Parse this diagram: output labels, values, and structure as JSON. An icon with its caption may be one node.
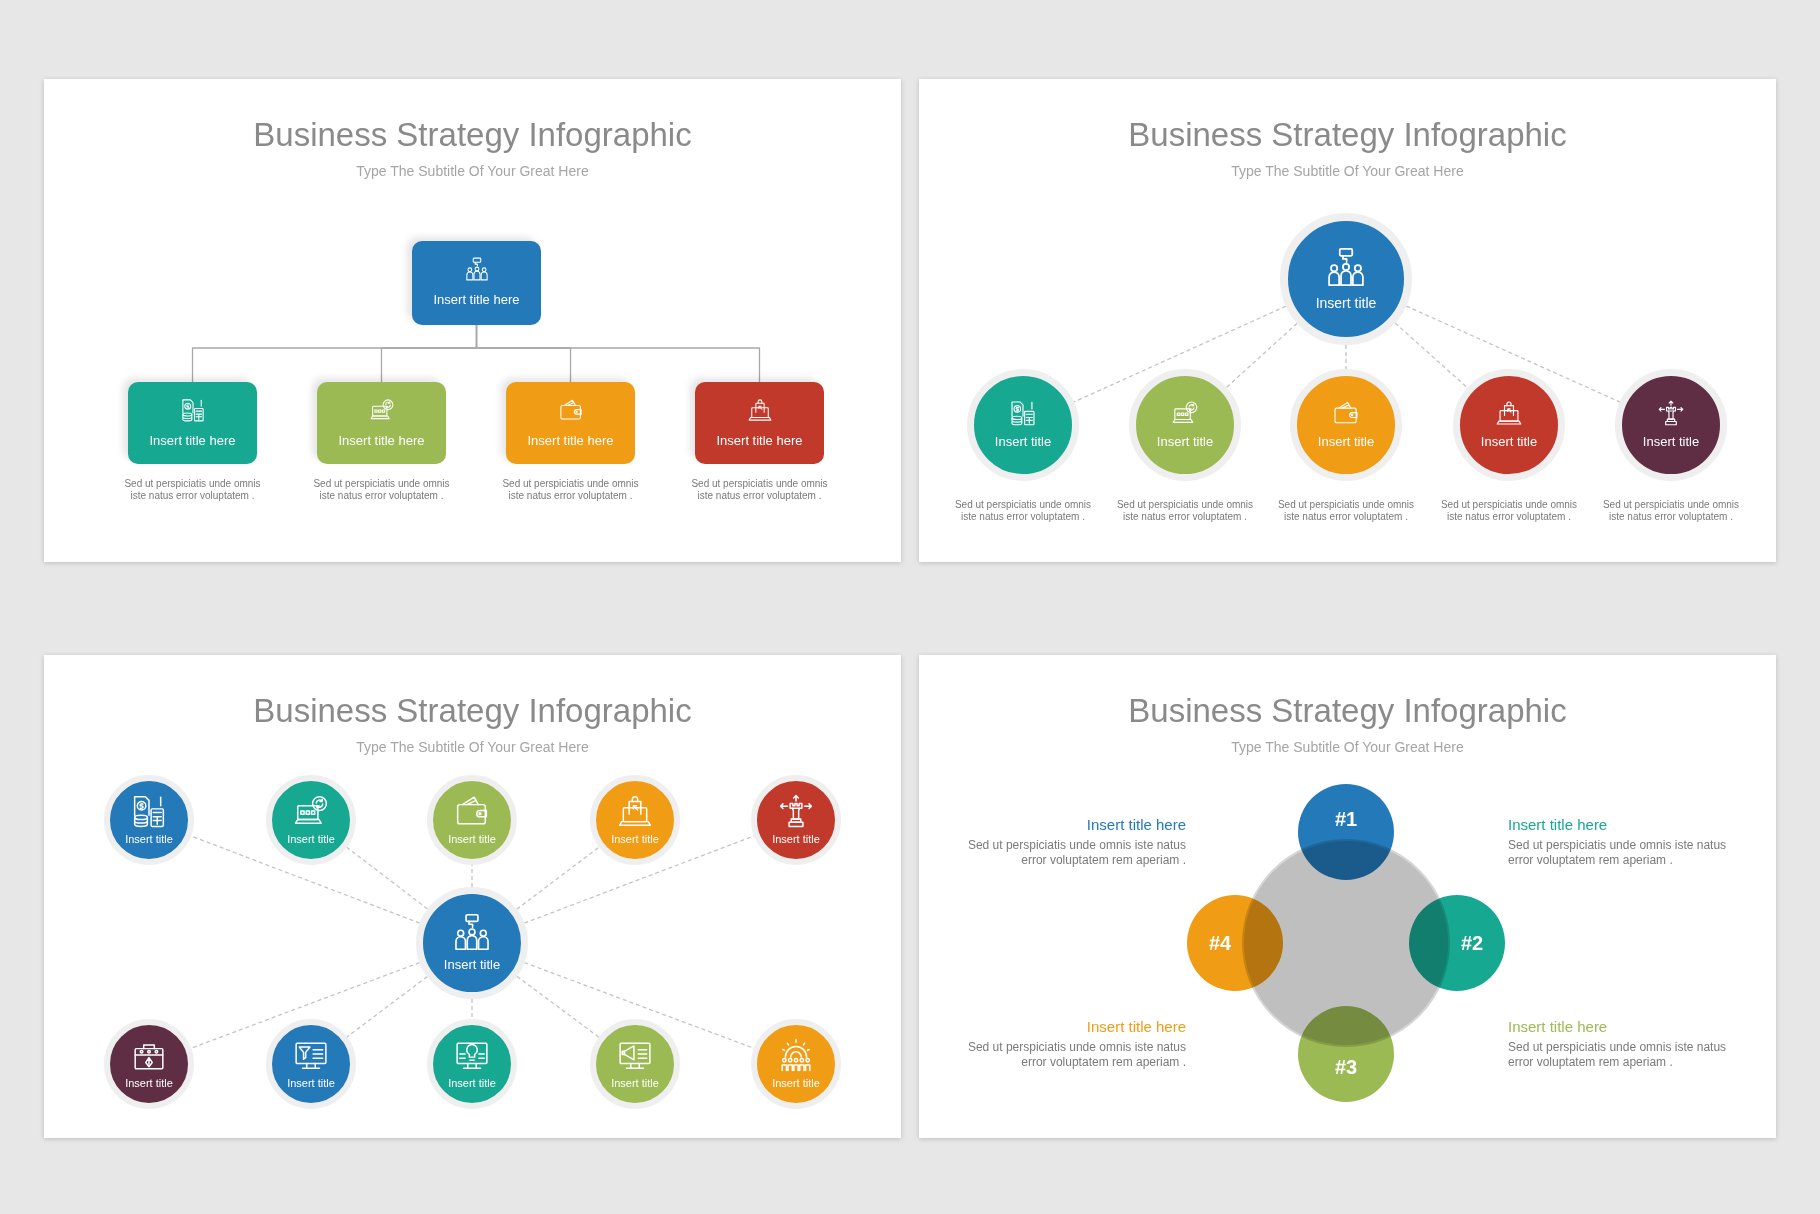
{
  "diagram": {
    "nodes": [
      {
        "text": [
          "Business Strategy Infographic",
          "Type The Subtitle Of Your Great Here"
        ]
      },
      {
        "text": [
          "Insert title here"
        ],
        "in": 0
      },
      {
        "text": [
          "Insert title here"
        ],
        "in": 0,
        "beside": [
          "Sed ut perspiciatis unde omnis iste natus error voluptatem ."
        ]
      },
      {
        "text": [
          "Insert title here"
        ],
        "in": 0,
        "beside": [
          "Sed ut perspiciatis unde omnis iste natus error voluptatem ."
        ]
      },
      {
        "text": [
          "Insert title here"
        ],
        "in": 0,
        "beside": [
          "Sed ut perspiciatis unde omnis iste natus error voluptatem ."
        ]
      },
      {
        "text": [
          "Insert title here"
        ],
        "in": 0,
        "beside": [
          "Sed ut perspiciatis unde omnis iste natus error voluptatem ."
        ]
      },
      {
        "text": [
          "Business Strategy Infographic",
          "Type The Subtitle Of Your Great Here"
        ]
      },
      {
        "text": [
          "Insert title"
        ],
        "in": 6
      },
      {
        "text": [
          "Insert title"
        ],
        "in": 6,
        "beside": [
          "Sed ut perspiciatis unde omnis iste natus error voluptatem ."
        ]
      },
      {
        "text": [
          "Insert title"
        ],
        "in": 6,
        "beside": [
          "Sed ut perspiciatis unde omnis iste natus error voluptatem ."
        ]
      },
      {
        "text": [
          "Insert title"
        ],
        "in": 6,
        "beside": [
          "Sed ut perspiciatis unde omnis iste natus error voluptatem ."
        ]
      },
      {
        "text": [
          "Insert title"
        ],
        "in": 6,
        "beside": [
          "Sed ut perspiciatis unde omnis iste natus error voluptatem ."
        ]
      },
      {
        "text": [
          "Insert title"
        ],
        "in": 6,
        "beside": [
          "Sed ut perspiciatis unde omnis iste natus error voluptatem ."
        ]
      },
      {
        "text": [
          "Business Strategy Infographic",
          "Type The Subtitle Of Your Great Here"
        ]
      },
      {
        "text": [
          "Insert title"
        ],
        "in": 13
      },
      {
        "text": [
          "Insert title"
        ],
        "in": 13
      },
      {
        "text": [
          "Insert title"
        ],
        "in": 13
      },
      {
        "text": [
          "Insert title"
        ],
        "in": 13
      },
      {
        "text": [
          "Insert title"
        ],
        "in": 13
      },
      {
        "text": [
          "Insert title"
        ],
        "in": 13
      },
      {
        "text": [
          "Insert title"
        ],
        "in": 13
      },
      {
        "text": [
          "Insert title"
        ],
        "in": 13
      },
      {
        "text": [
          "Insert title"
        ],
        "in": 13
      },
      {
        "text": [
          "Insert title"
        ],
        "in": 13
      },
      {
        "text": [
          "Insert title"
        ],
        "in": 13
      },
      {
        "text": [
          "Business Strategy Infographic",
          "Type The Subtitle Of Your Great Here"
        ]
      },
      {
        "text": [],
        "shape": "circle",
        "in": 25
      },
      {
        "text": [
          "#1"
        ],
        "in": 25,
        "beside": [
          "Insert title here",
          "Sed ut perspiciatis unde omnis iste natus error voluptatem rem aperiam ."
        ]
      },
      {
        "text": [
          "#4"
        ],
        "in": 25,
        "beside": [
          "Insert title here",
          "Sed ut perspiciatis unde omnis iste natus error voluptatem rem aperiam ."
        ]
      },
      {
        "text": [
          "#2"
        ],
        "in": 25,
        "beside": [
          "Insert title here",
          "Sed ut perspiciatis unde omnis iste natus error voluptatem rem aperiam ."
        ]
      },
      {
        "text": [
          "#3"
        ],
        "in": 25,
        "beside": [
          "Insert title here",
          "Sed ut perspiciatis unde omnis iste natus error voluptatem rem aperiam ."
        ]
      }
    ],
    "edges": [
      {
        "from": 1,
        "to": 2,
        "arrow": "none"
      },
      {
        "from": 1,
        "to": 3,
        "arrow": "none"
      },
      {
        "from": 1,
        "to": 4,
        "arrow": "none"
      },
      {
        "from": 1,
        "to": 5,
        "arrow": "none"
      },
      {
        "from": 7,
        "to": 8,
        "arrow": "none",
        "style": "dashed"
      },
      {
        "from": 7,
        "to": 9,
        "arrow": "none",
        "style": "dashed"
      },
      {
        "from": 7,
        "to": 10,
        "arrow": "none",
        "style": "dashed"
      },
      {
        "from": 7,
        "to": 11,
        "arrow": "none",
        "style": "dashed"
      },
      {
        "from": 7,
        "to": 12,
        "arrow": "none",
        "style": "dashed"
      },
      {
        "from": 19,
        "to": 14,
        "arrow": "none",
        "style": "dashed"
      },
      {
        "from": 19,
        "to": 15,
        "arrow": "none",
        "style": "dashed"
      },
      {
        "from": 19,
        "to": 16,
        "arrow": "none",
        "style": "dashed"
      },
      {
        "from": 19,
        "to": 17,
        "arrow": "none",
        "style": "dashed"
      },
      {
        "from": 19,
        "to": 18,
        "arrow": "none",
        "style": "dashed"
      },
      {
        "from": 19,
        "to": 20,
        "arrow": "none",
        "style": "dashed"
      },
      {
        "from": 19,
        "to": 21,
        "arrow": "none",
        "style": "dashed"
      },
      {
        "from": 19,
        "to": 22,
        "arrow": "none",
        "style": "dashed"
      },
      {
        "from": 19,
        "to": 23,
        "arrow": "none",
        "style": "dashed"
      },
      {
        "from": 19,
        "to": 24,
        "arrow": "none",
        "style": "dashed"
      }
    ]
  }
}
